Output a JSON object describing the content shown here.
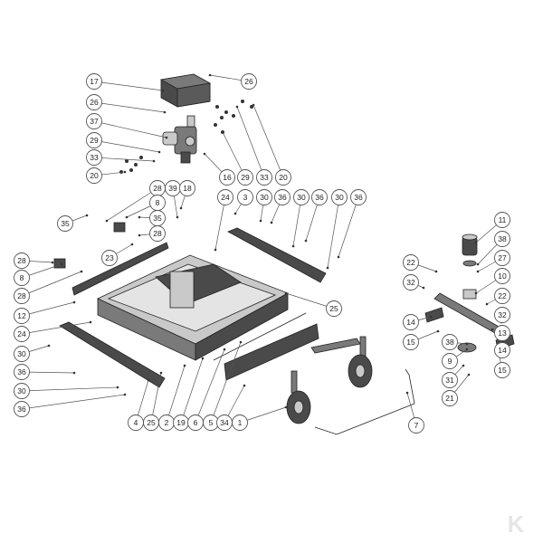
{
  "callouts": [
    {
      "label": "17"
    },
    {
      "label": "26"
    },
    {
      "label": "26"
    },
    {
      "label": "37"
    },
    {
      "label": "29"
    },
    {
      "label": "33"
    },
    {
      "label": "20"
    },
    {
      "label": "16"
    },
    {
      "label": "29"
    },
    {
      "label": "33"
    },
    {
      "label": "20"
    },
    {
      "label": "28"
    },
    {
      "label": "39"
    },
    {
      "label": "18"
    },
    {
      "label": "8"
    },
    {
      "label": "35"
    },
    {
      "label": "35"
    },
    {
      "label": "28"
    },
    {
      "label": "24"
    },
    {
      "label": "3"
    },
    {
      "label": "30"
    },
    {
      "label": "36"
    },
    {
      "label": "30"
    },
    {
      "label": "36"
    },
    {
      "label": "30"
    },
    {
      "label": "36"
    },
    {
      "label": "11"
    },
    {
      "label": "38"
    },
    {
      "label": "27"
    },
    {
      "label": "10"
    },
    {
      "label": "22"
    },
    {
      "label": "22"
    },
    {
      "label": "32"
    },
    {
      "label": "32"
    },
    {
      "label": "14"
    },
    {
      "label": "13"
    },
    {
      "label": "15"
    },
    {
      "label": "38"
    },
    {
      "label": "14"
    },
    {
      "label": "9"
    },
    {
      "label": "15"
    },
    {
      "label": "31"
    },
    {
      "label": "21"
    },
    {
      "label": "28"
    },
    {
      "label": "8"
    },
    {
      "label": "23"
    },
    {
      "label": "28"
    },
    {
      "label": "12"
    },
    {
      "label": "24"
    },
    {
      "label": "25"
    },
    {
      "label": "30"
    },
    {
      "label": "36"
    },
    {
      "label": "30"
    },
    {
      "label": "36"
    },
    {
      "label": "4"
    },
    {
      "label": "25"
    },
    {
      "label": "2"
    },
    {
      "label": "19"
    },
    {
      "label": "6"
    },
    {
      "label": "5"
    },
    {
      "label": "34"
    },
    {
      "label": "1"
    },
    {
      "label": "7"
    }
  ],
  "logo": {
    "text": "K"
  },
  "colors": {
    "metal_dark": "#4a4a4a",
    "metal_mid": "#7a7a7a",
    "metal_light": "#c9c9c9",
    "logo": "#e6e6e6"
  }
}
